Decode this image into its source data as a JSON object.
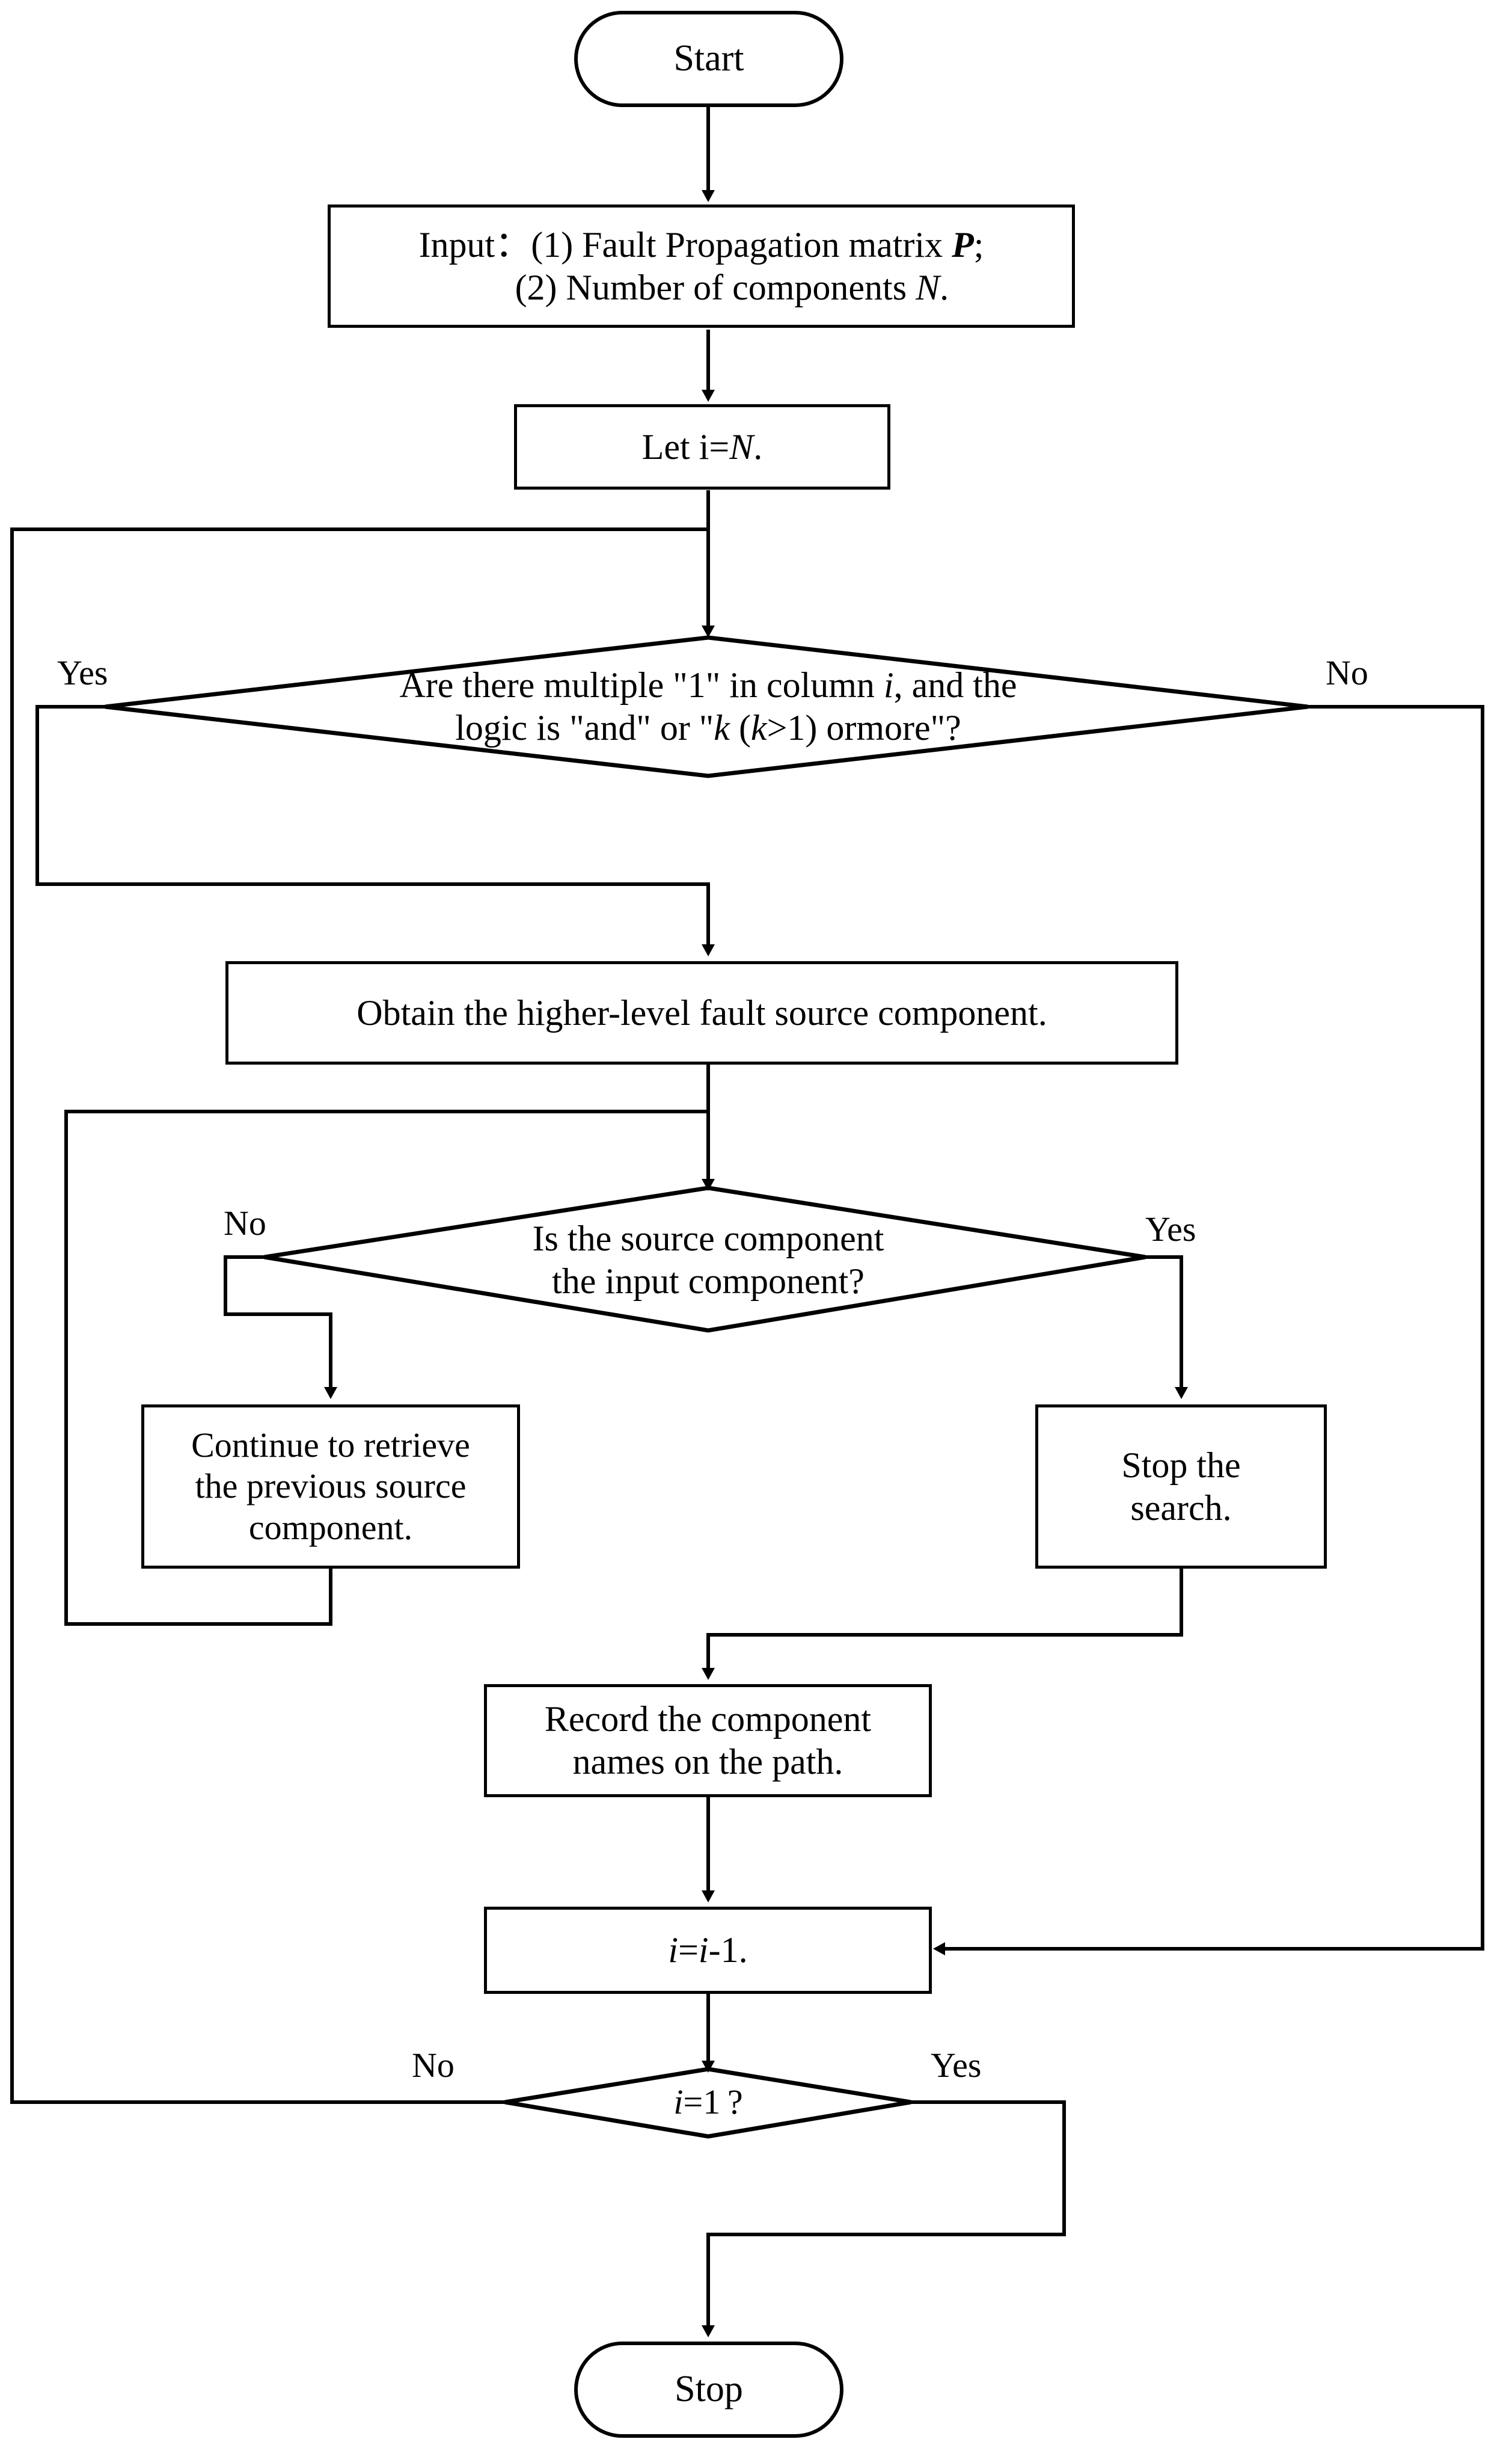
{
  "diagram": {
    "title": "Fault source path search flowchart",
    "type": "flowchart",
    "colors": {
      "stroke": "#000000",
      "fill": "#ffffff",
      "text": "#000000"
    }
  },
  "nodes": {
    "start": {
      "label": "Start",
      "shape": "terminator"
    },
    "input": {
      "line1": "Input：(1) Fault Propagation matrix P;",
      "line2": "(2) Number of components N.",
      "shape": "process"
    },
    "init": {
      "label": "Let i=N.",
      "shape": "process"
    },
    "decision_multiple_ones": {
      "line1": "Are there multiple \"1\" in column i, and the",
      "line2": "logic is \"and\" or \"k (k>1) ormore\"?",
      "shape": "decision"
    },
    "obtain_source": {
      "label": "Obtain the higher-level fault source component.",
      "shape": "process"
    },
    "decision_input_component": {
      "line1": "Is the source component",
      "line2": "the input component?",
      "shape": "decision"
    },
    "continue_retrieve": {
      "line1": "Continue to retrieve",
      "line2": "the previous source",
      "line3": "component.",
      "shape": "process"
    },
    "stop_search": {
      "line1": "Stop the",
      "line2": "search.",
      "shape": "process"
    },
    "record_names": {
      "line1": "Record the component",
      "line2": "names on the path.",
      "shape": "process"
    },
    "decrement": {
      "label": "i=i-1.",
      "shape": "process"
    },
    "decision_i_equals_one": {
      "label": "i=1?",
      "shape": "decision"
    },
    "stop": {
      "label": "Stop",
      "shape": "terminator"
    }
  },
  "edge_labels": {
    "d1_yes": "Yes",
    "d1_no": "No",
    "d2_no": "No",
    "d2_yes": "Yes",
    "d3_no": "No",
    "d3_yes": "Yes"
  }
}
